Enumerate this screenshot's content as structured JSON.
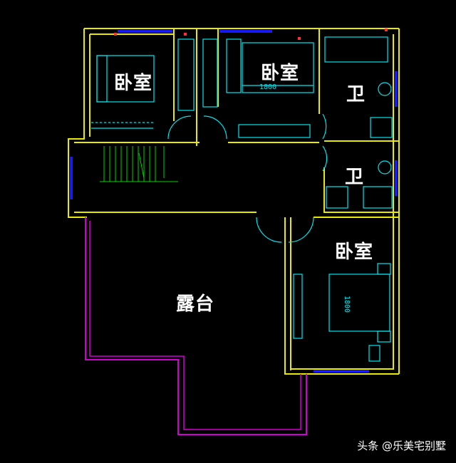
{
  "plan": {
    "rooms": {
      "bedroom_top_left": "卧室",
      "bedroom_top_center": "卧室",
      "bathroom_top_right": "卫",
      "bathroom_middle_right": "卫",
      "bedroom_bottom_right": "卧室",
      "terrace": "露台"
    },
    "dimensions": {
      "bed_top_center": "1800",
      "bed_bottom_right": "1800"
    }
  },
  "watermark": {
    "text": "头条 @乐美宅别墅"
  },
  "colors": {
    "wall": "#e8e800",
    "window": "#1818ff",
    "furniture": "#00e5ee",
    "stairs": "#00d000",
    "terrace_outline": "#d000d0",
    "door_mark": "#ff3030",
    "background": "#000000"
  }
}
